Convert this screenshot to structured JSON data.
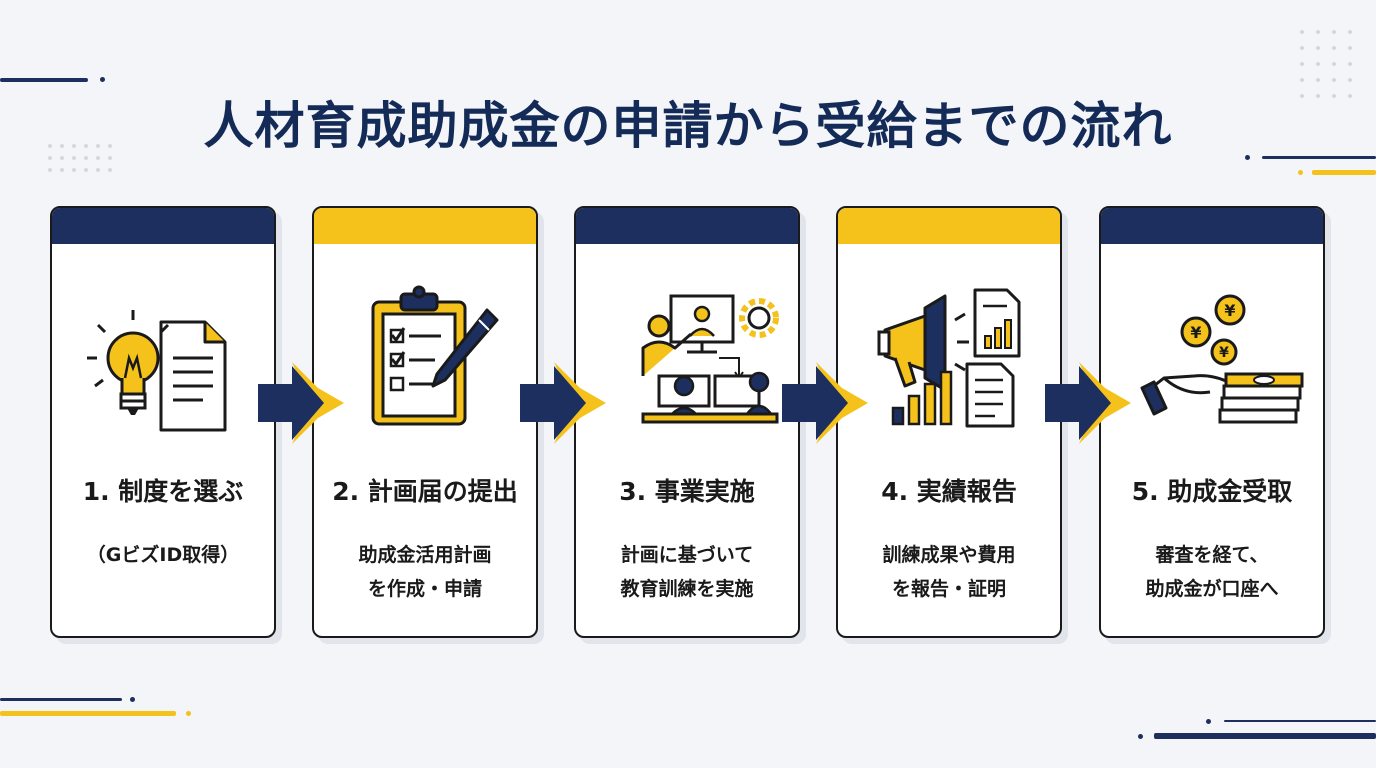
{
  "title": "人材育成助成金の申請から受給までの流れ",
  "colors": {
    "navy": "#1c2f5e",
    "gold": "#f4c21b",
    "background": "#f3f5f8"
  },
  "steps": [
    {
      "title": "1. 制度を選ぶ",
      "desc_lines": [
        "（GビズID取得）"
      ],
      "header": "navy",
      "icon": "lightbulb-document-icon"
    },
    {
      "title": "2. 計画届の提出",
      "desc_lines": [
        "助成金活用計画",
        "を作成・申請"
      ],
      "header": "gold",
      "icon": "clipboard-checklist-icon"
    },
    {
      "title": "3. 事業実施",
      "desc_lines": [
        "計画に基づいて",
        "教育訓練を実施"
      ],
      "header": "navy",
      "icon": "training-session-icon"
    },
    {
      "title": "4. 実績報告",
      "desc_lines": [
        "訓練成果や費用",
        "を報告・証明"
      ],
      "header": "gold",
      "icon": "megaphone-report-icon"
    },
    {
      "title": "5. 助成金受取",
      "desc_lines": [
        "審査を経て、",
        "助成金が口座へ"
      ],
      "header": "navy",
      "icon": "yen-money-hand-icon"
    }
  ]
}
